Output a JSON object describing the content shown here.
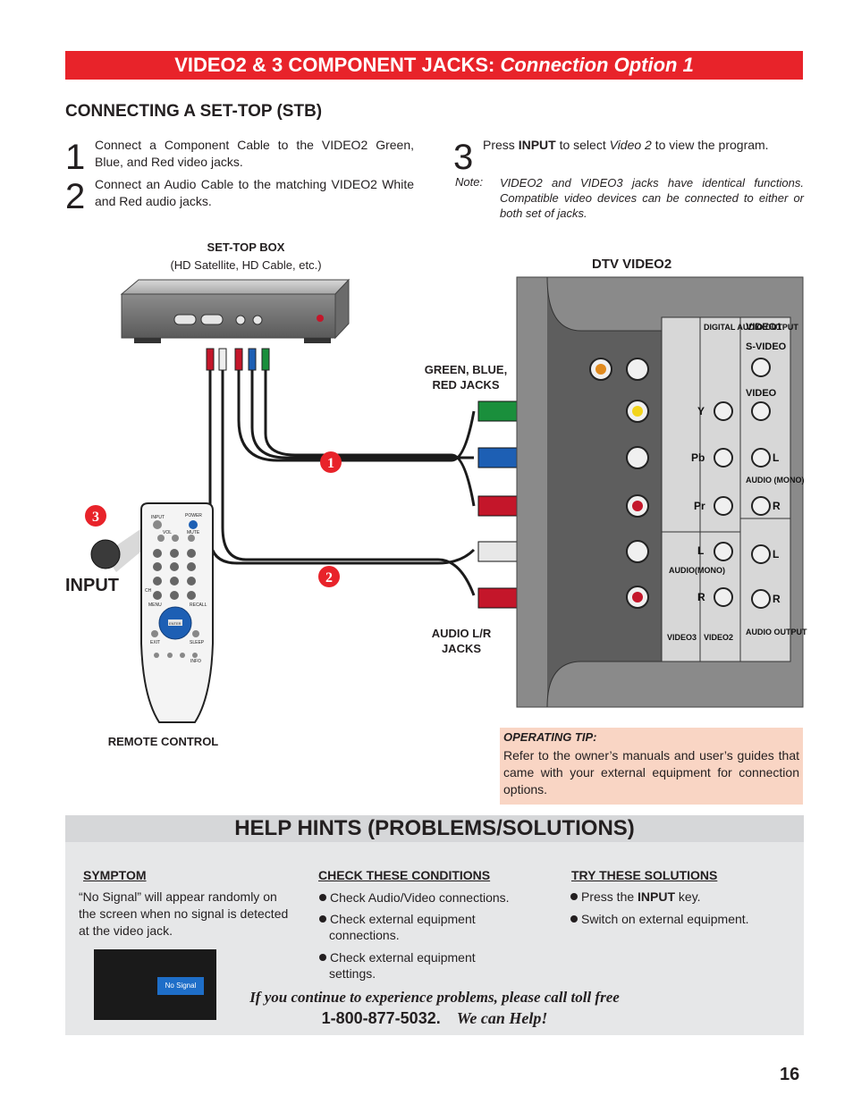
{
  "header": {
    "title_main": "VIDEO2 & 3 COMPONENT JACKS:",
    "title_italic": "Connection Option 1"
  },
  "section_title": "CONNECTING A SET-TOP (STB)",
  "steps": [
    {
      "num": "1",
      "text": "Connect a Component Cable to the VIDEO2 Green, Blue, and Red video jacks."
    },
    {
      "num": "2",
      "text": "Connect an Audio Cable to the matching VIDEO2 White and Red audio jacks."
    },
    {
      "num": "3",
      "pre": "Press ",
      "bold": "INPUT",
      "mid": " to select ",
      "ital": "Video 2",
      "post": " to view the program."
    }
  ],
  "note": {
    "label": "Note:",
    "text": "VIDEO2 and VIDEO3 jacks have identical functions. Compatible video devices can be connected to either or both set of jacks."
  },
  "diagram": {
    "stb_label": "SET-TOP BOX",
    "stb_sub": "(HD Satellite, HD Cable, etc.)",
    "tv_label": "DTV VIDEO2",
    "gbr_label_1": "GREEN, BLUE,",
    "gbr_label_2": "RED JACKS",
    "audio_label_1": "AUDIO L/R",
    "audio_label_2": "JACKS",
    "input_label": "INPUT",
    "remote_label": "REMOTE CONTROL",
    "marker_1": "1",
    "marker_2": "2",
    "marker_3": "3",
    "panel": {
      "digital_audio": "DIGITAL AUDIO OUTPUT",
      "video1": "VIDEO1",
      "svideo": "S-VIDEO",
      "video": "VIDEO",
      "y": "Y",
      "pb": "Pb",
      "pr": "Pr",
      "l": "L",
      "r": "R",
      "audio_mono": "AUDIO (MONO)",
      "audio_mono2": "AUDIO(MONO)",
      "video3": "VIDEO3",
      "video2": "VIDEO2",
      "audio_output": "AUDIO OUTPUT"
    },
    "remote_keys": {
      "input": "INPUT",
      "power": "POWER",
      "vol": "VOL",
      "mute": "MUTE",
      "ch": "CH",
      "recall": "RECALL",
      "menu": "MENU",
      "enter": "ENTER",
      "exit": "EXIT",
      "sleep": "SLEEP",
      "info": "INFO"
    }
  },
  "tip": {
    "title": "OPERATING TIP:",
    "text": "Refer to the owner’s manuals and user’s guides that came with your external equipment for connection options."
  },
  "help": {
    "title": "HELP HINTS (PROBLEMS/SOLUTIONS)",
    "symptom_head": "SYMPTOM",
    "symptom_text": "“No Signal” will appear randomly on the screen when no signal is detected at the video jack.",
    "screen_text": "No Signal",
    "check_head": "CHECK THESE CONDITIONS",
    "checks": [
      "Check Audio/Video connections.",
      "Check external equipment connections.",
      "Check external equipment settings."
    ],
    "solve_head": "TRY THESE SOLUTIONS",
    "solution_1_pre": "Press the ",
    "solution_1_bold": "INPUT",
    "solution_1_post": " key.",
    "solution_2": "Switch on external equipment."
  },
  "footer": {
    "line1": "If you continue to experience problems, please call toll free",
    "phone": "1-800-877-5032.",
    "help": "We can Help!"
  },
  "page_number": "16",
  "colors": {
    "title_red": "#e8232a",
    "tip_bg": "#f9d5c4",
    "help_bg": "#e6e7e8",
    "green": "#1a8f3c",
    "blue": "#1d5fb4",
    "red": "#c4162a"
  }
}
